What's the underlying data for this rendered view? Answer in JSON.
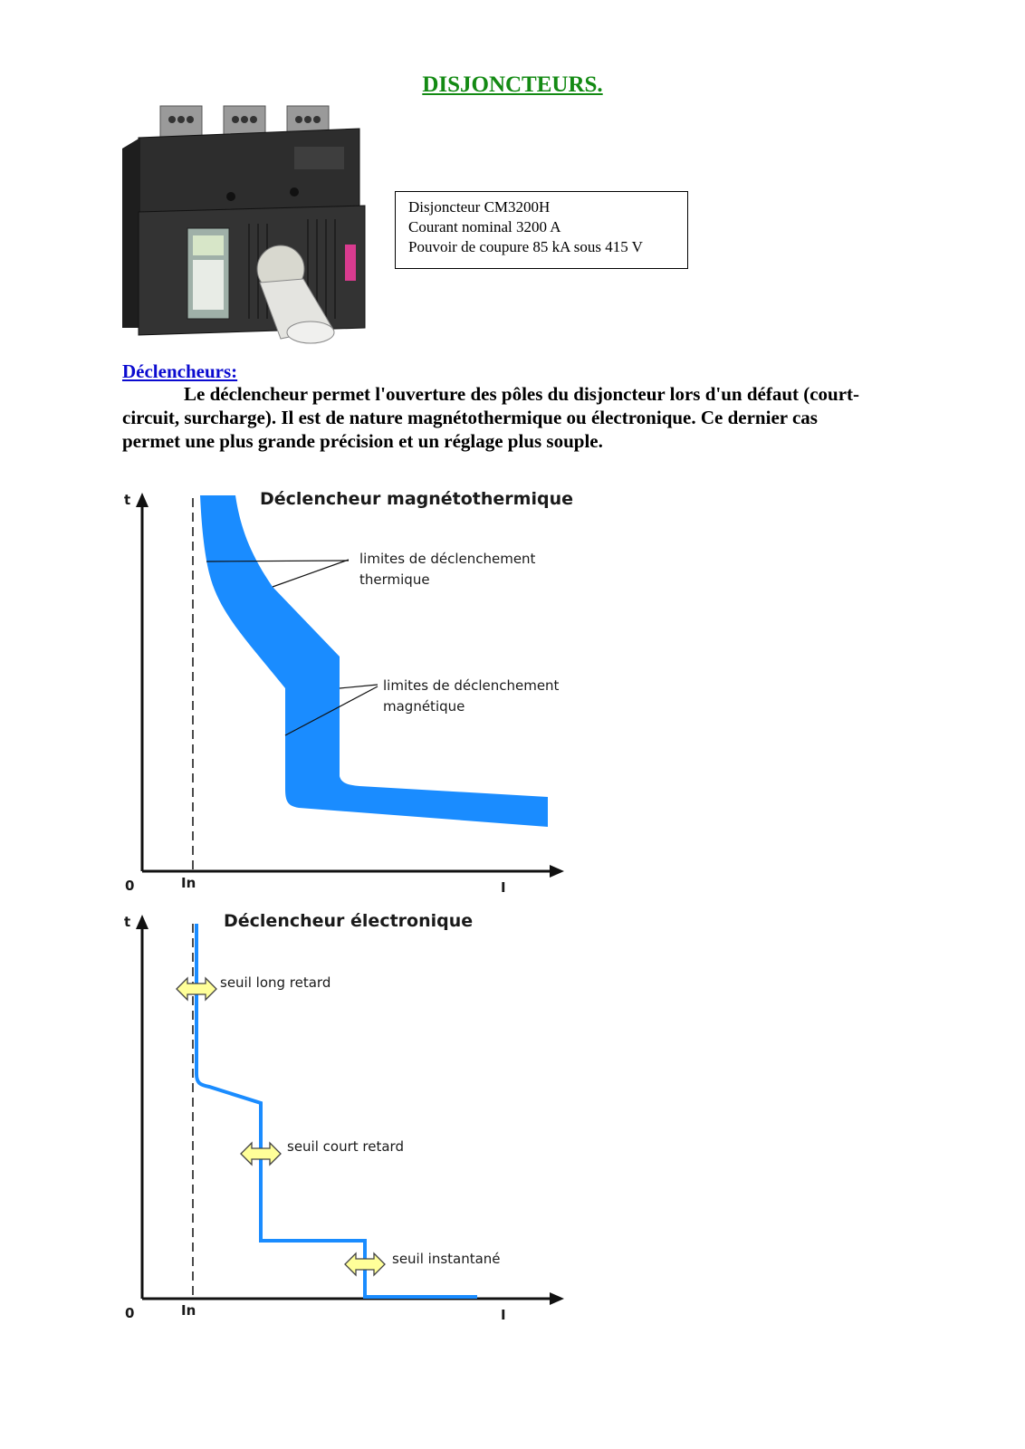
{
  "page": {
    "title": "DISJONCTEURS."
  },
  "product": {
    "photo_icon": "circuit-breaker-photo",
    "spec_lines": [
      "Disjoncteur CM3200H",
      "Courant nominal 3200 A",
      "Pouvoir de coupure 85 kA sous 415 V"
    ]
  },
  "section": {
    "heading": "Déclencheurs:",
    "text": "Le déclencheur permet l'ouverture des pôles du disjoncteur lors d'un défaut (court-circuit, surcharge). Il est de nature magnétothermique ou électronique. Ce dernier cas permet une plus grande précision et un réglage plus souple."
  },
  "diagram_thermal": {
    "title": "Déclencheur magnétothermique",
    "label_thermal_1": "limites de déclenchement",
    "label_thermal_2": "thermique",
    "label_magnetic_1": "limites de déclenchement",
    "label_magnetic_2": "magnétique",
    "y_axis": "t",
    "x_axis": "I",
    "origin": "0",
    "in_label": "In",
    "band_color": "#1a8cff"
  },
  "diagram_electronic": {
    "title": "Déclencheur électronique",
    "label_long": "seuil long retard",
    "label_short": "seuil court retard",
    "label_instant": "seuil instantané",
    "y_axis": "t",
    "x_axis": "I",
    "origin": "0",
    "in_label": "In",
    "curve_color": "#1a8cff",
    "arrow_color": "#ffff99"
  }
}
